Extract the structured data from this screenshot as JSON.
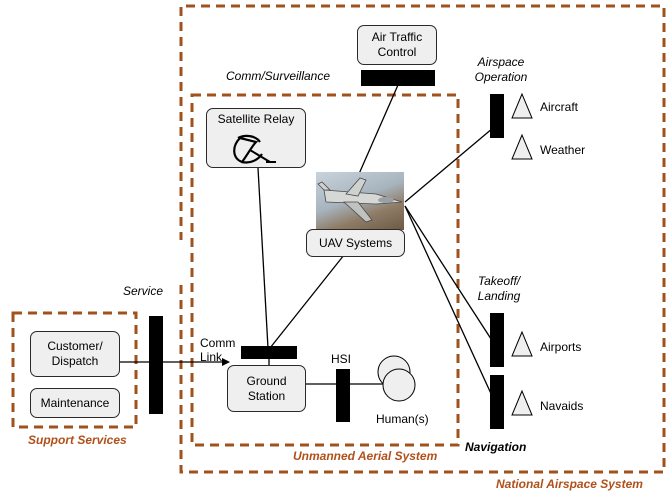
{
  "groups": {
    "national": "National Airspace System",
    "unmanned": "Unmanned Aerial System",
    "support": "Support Services"
  },
  "boxes": {
    "air_traffic_control": [
      "Air Traffic",
      "Control"
    ],
    "satellite_relay": "Satellite Relay",
    "uav_systems": "UAV Systems",
    "ground_station": [
      "Ground",
      "Station"
    ],
    "customer_dispatch": [
      "Customer/",
      "Dispatch"
    ],
    "maintenance": "Maintenance"
  },
  "labels": {
    "comm_surveillance": "Comm/Surveillance",
    "airspace_operation": [
      "Airspace",
      "Operation"
    ],
    "aircraft": "Aircraft",
    "weather": "Weather",
    "takeoff_landing": [
      "Takeoff/",
      "Landing"
    ],
    "airports": "Airports",
    "navaids": "Navaids",
    "service": "Service",
    "comm_link": [
      "Comm",
      "Link"
    ],
    "hsi": "HSI",
    "humans": "Human(s)",
    "navigation": "Navigation"
  },
  "colors": {
    "group_border": "#a0521c",
    "group_label": "#b0501a",
    "box_fill": "#efefef",
    "connector": "#000000"
  },
  "icons": {
    "satellite": "satellite-dish-icon",
    "uav_photo": "uav-aircraft-photo",
    "aircraft": "triangle-icon",
    "weather": "triangle-icon",
    "airports": "triangle-icon",
    "navaids": "triangle-icon",
    "humans": "human-circles-icon"
  }
}
